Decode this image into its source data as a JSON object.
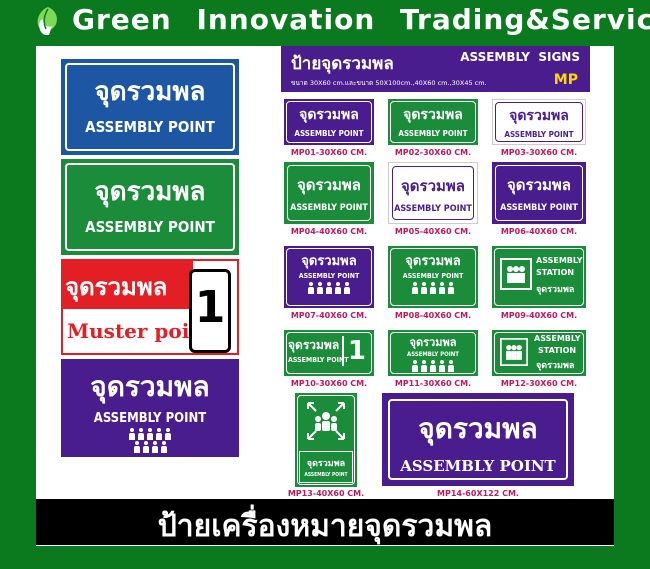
{
  "header": {
    "brand": "Green  Innovation  Trading&Service"
  },
  "banner": {
    "thai_title": "ป้ายจุดรวมพล",
    "english_title": "ASSEMBLY  SIGNS",
    "sizes": "ขนาด 30X60 cm.และขนาด 50X100cm.,40X60 cm.,30X45 cm.",
    "code": "MP"
  },
  "left_signs": [
    {
      "thai": "จุดรวมพล",
      "english": "ASSEMBLY POINT"
    },
    {
      "thai": "จุดรวมพล",
      "english": "ASSEMBLY POINT"
    },
    {
      "thai": "จุดรวมพล",
      "english": "Muster point",
      "number": "1"
    },
    {
      "thai": "จุดรวมพล",
      "english": "ASSEMBLY POINT"
    }
  ],
  "products": [
    {
      "thai": "จุดรวมพล",
      "english": "ASSEMBLY POINT",
      "caption": "MP01-30X60 CM."
    },
    {
      "thai": "จุดรวมพล",
      "english": "ASSEMBLY POINT",
      "caption": "MP02-30X60 CM."
    },
    {
      "thai": "จุดรวมพล",
      "english": "ASSEMBLY POINT",
      "caption": "MP03-30X60 CM."
    },
    {
      "thai": "จุดรวมพล",
      "english": "ASSEMBLY POINT",
      "caption": "MP04-40X60 CM."
    },
    {
      "thai": "จุดรวมพล",
      "english": "ASSEMBLY POINT",
      "caption": "MP05-40X60 CM."
    },
    {
      "thai": "จุดรวมพล",
      "english": "ASSEMBLY POINT",
      "caption": "MP06-40X60 CM."
    },
    {
      "thai": "จุดรวมพล",
      "english": "ASSEMBLY POINT",
      "caption": "MP07-40X60 CM."
    },
    {
      "thai": "จุดรวมพล",
      "english": "ASSEMBLY POINT",
      "caption": "MP08-40X60 CM."
    },
    {
      "english1": "ASSEMBLY",
      "english2": "STATION",
      "thai": "จุดรวมพล",
      "caption": "MP09-40X60 CM."
    },
    {
      "thai": "จุดรวมพล",
      "english": "ASSEMBLY POINT",
      "number": "1",
      "caption": "MP10-30X60 CM."
    },
    {
      "thai": "จุดรวมพล",
      "english": "ASSEMBLY POINT",
      "caption": "MP11-30X60 CM."
    },
    {
      "english1": "ASSEMBLY",
      "english2": "STATION",
      "thai": "จุดรวมพล",
      "caption": "MP12-30X60 CM."
    },
    {
      "thai": "จุดรวมพล",
      "english": "ASSEMBLY POINT",
      "caption": "MP13-40X60 CM."
    },
    {
      "thai": "จุดรวมพล",
      "english": "ASSEMBLY POINT",
      "caption": "MP14-60X122 CM."
    }
  ],
  "footer": {
    "title": "ป้ายเครื่องหมายจุดรวมพล"
  }
}
